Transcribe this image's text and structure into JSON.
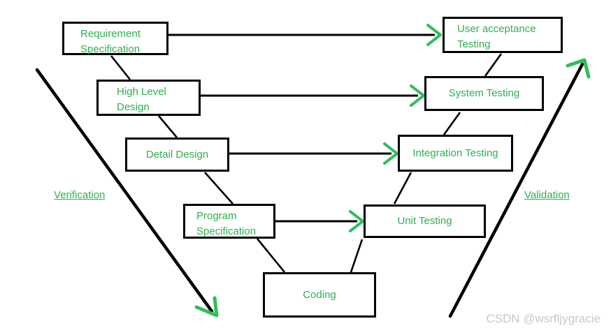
{
  "boxes": {
    "requirement_specification": "Requirement Specification",
    "high_level_design": "High Level Design",
    "detail_design": "Detail Design",
    "program_specification": "Program Specification",
    "coding": "Coding",
    "unit_testing": "Unit Testing",
    "integration_testing": "Integration Testing",
    "system_testing": "System Testing",
    "user_acceptance_testing": "User acceptance Testing"
  },
  "side_labels": {
    "verification": "Verification",
    "validation": "Validation"
  },
  "watermark": {
    "text": "CSDN @wsrfljygracie"
  },
  "icons": {
    "connector_arrowheads": "chevron-right",
    "verification_flow_arrow": "arrow-down-right",
    "validation_flow_arrow": "arrow-up-right"
  },
  "colors": {
    "text_green": "#2cb14f",
    "arrow_green": "#2fbe5a",
    "line_black": "#000000",
    "watermark_gray": "#c8c8c8"
  }
}
